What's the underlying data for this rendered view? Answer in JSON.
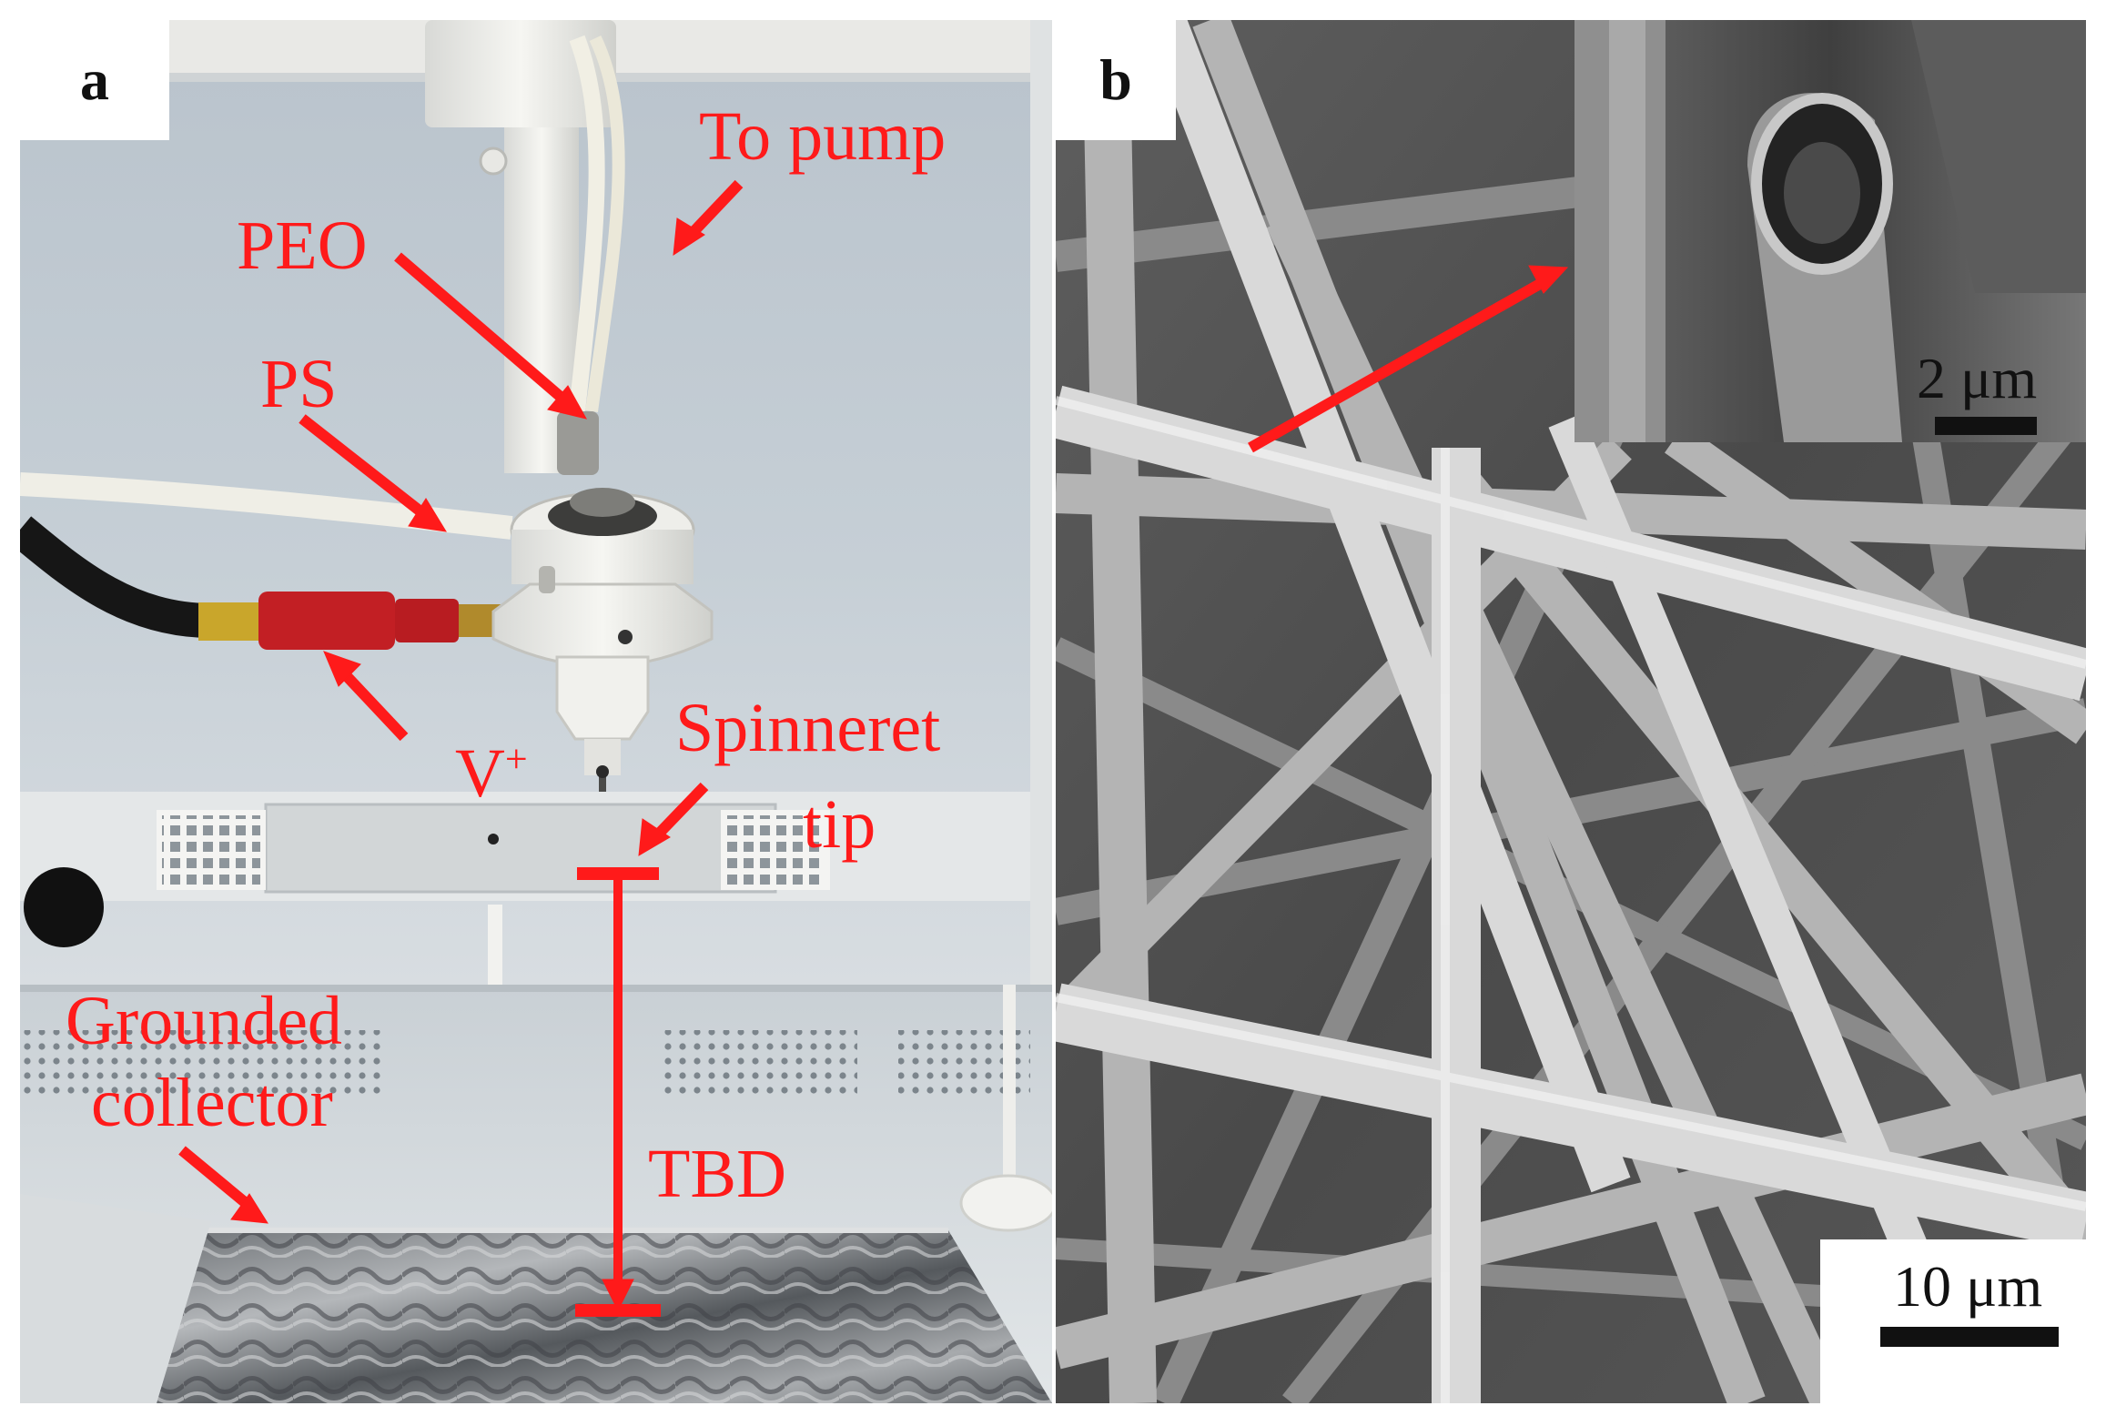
{
  "panel_a": {
    "letter": "a",
    "labels": {
      "to_pump": "To pump",
      "peo": "PEO",
      "ps": "PS",
      "v_plus": "V",
      "v_plus_sup": "+",
      "spinneret": "Spinneret",
      "tip": "tip",
      "grounded": "Grounded",
      "collector": "collector",
      "tbd": "TBD"
    }
  },
  "panel_b": {
    "letter": "b",
    "inset_scale": "2 μm",
    "main_scale": "10 μm"
  },
  "colors": {
    "annotation": "#ff1a1a",
    "scale_bar": "#111111"
  }
}
